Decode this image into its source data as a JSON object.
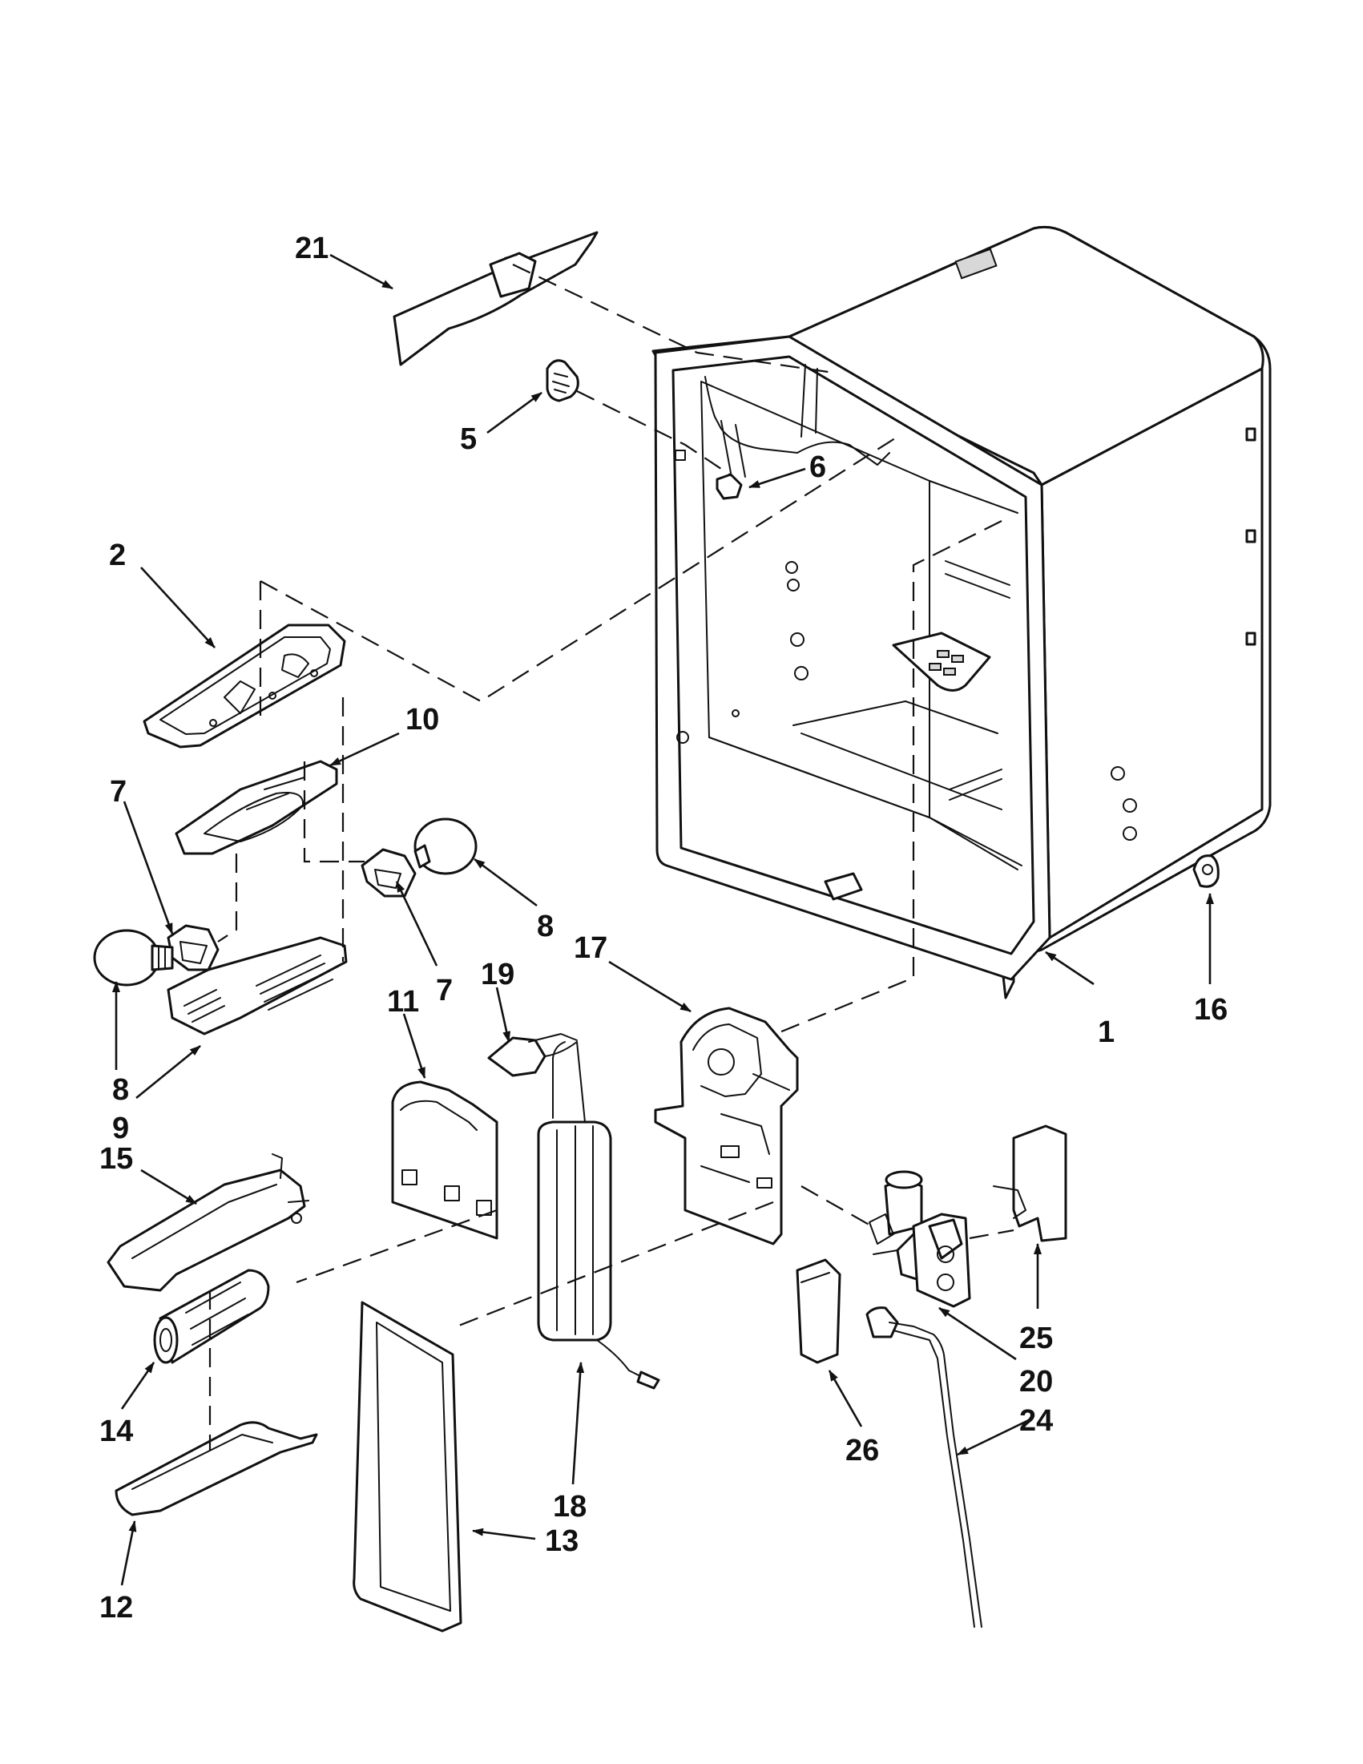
{
  "labels": {
    "p1": "1",
    "p2": "2",
    "p5": "5",
    "p6": "6",
    "p7a": "7",
    "p7b": "7",
    "p8a": "8",
    "p8b": "8",
    "p9": "9",
    "p10": "10",
    "p11": "11",
    "p12": "12",
    "p13": "13",
    "p14": "14",
    "p15": "15",
    "p16": "16",
    "p17": "17",
    "p18": "18",
    "p19": "19",
    "p20": "20",
    "p21": "21",
    "p24": "24",
    "p25": "25",
    "p26": "26"
  }
}
